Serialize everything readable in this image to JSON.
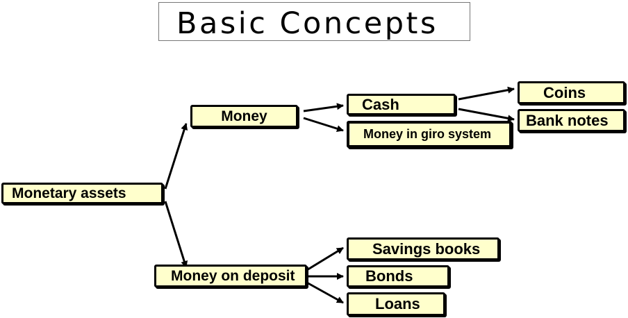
{
  "title": "Basic Concepts",
  "colors": {
    "node_fill": "#ffffcc",
    "node_border": "#000000",
    "arrow": "#000000"
  },
  "nodes": {
    "monetary_assets": "Monetary assets",
    "money": "Money",
    "money_on_deposit": "Money on deposit",
    "cash": "Cash",
    "money_in_giro_system": "Money in giro system",
    "coins": "Coins",
    "bank_notes": "Bank notes",
    "savings_books": "Savings books",
    "bonds": "Bonds",
    "loans": "Loans"
  },
  "edges": [
    {
      "from": "Monetary assets",
      "to": "Money"
    },
    {
      "from": "Monetary assets",
      "to": "Money on deposit"
    },
    {
      "from": "Money",
      "to": "Cash"
    },
    {
      "from": "Money",
      "to": "Money in giro system"
    },
    {
      "from": "Cash",
      "to": "Coins"
    },
    {
      "from": "Cash",
      "to": "Bank notes"
    },
    {
      "from": "Money on deposit",
      "to": "Savings books"
    },
    {
      "from": "Money on deposit",
      "to": "Bonds"
    },
    {
      "from": "Money on deposit",
      "to": "Loans"
    }
  ]
}
